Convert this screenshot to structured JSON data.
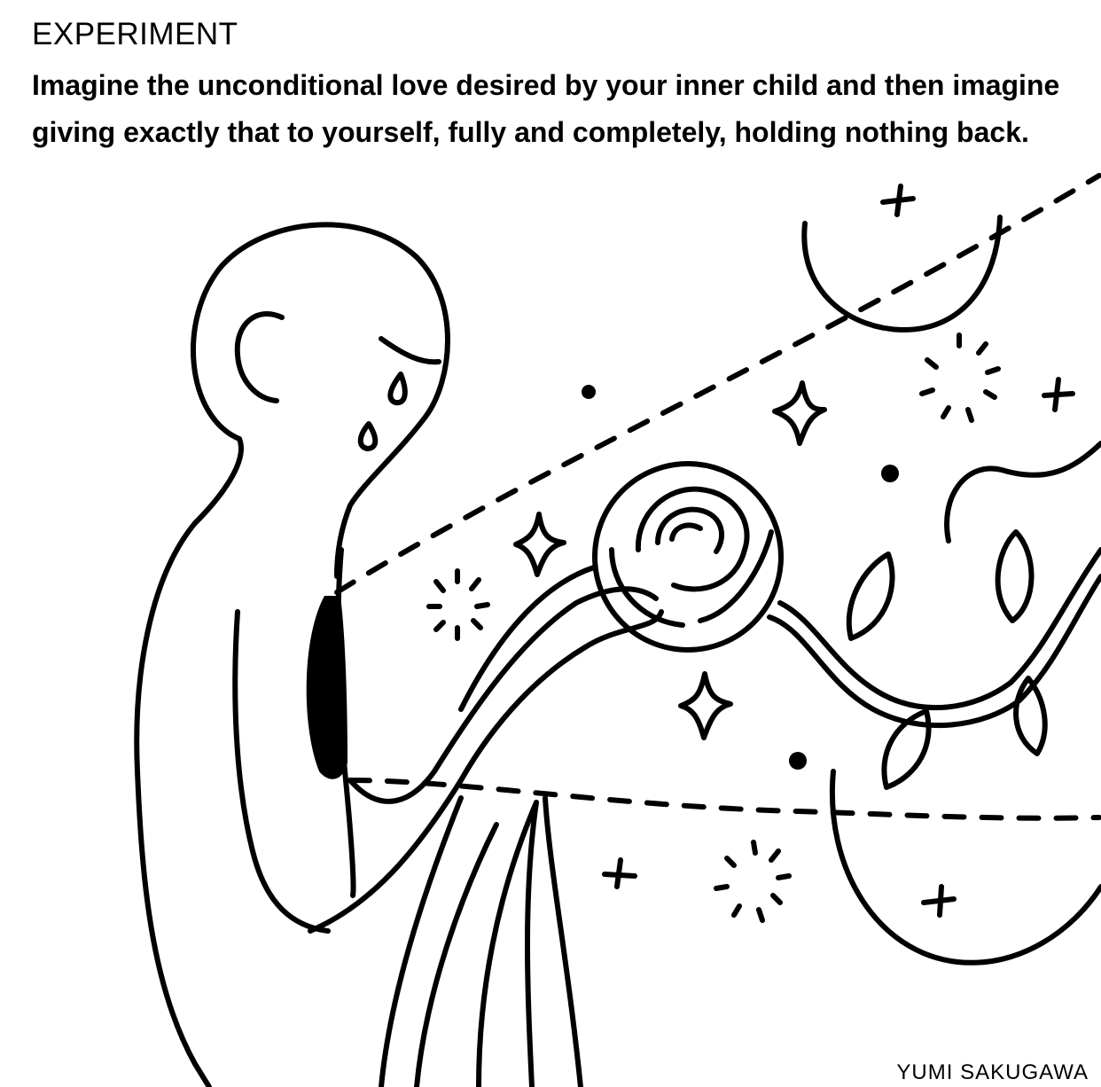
{
  "header": {
    "title": "EXPERIMENT",
    "prompt": "Imagine the unconditional love desired by your inner child and then imagine giving exactly that to yourself, fully and completely, holding nothing back."
  },
  "illustration": {
    "subject": "crying figure holding a rose amid vines, sparkles and stars",
    "icons": [
      "tear-drop-icon",
      "rose-icon",
      "sparkle-icon",
      "burst-icon",
      "plus-star-icon",
      "leaf-icon",
      "crescent-icon"
    ]
  },
  "footer": {
    "credit": "YUMI SAKUGAWA"
  },
  "colors": {
    "ink": "#000000",
    "paper": "#ffffff"
  }
}
